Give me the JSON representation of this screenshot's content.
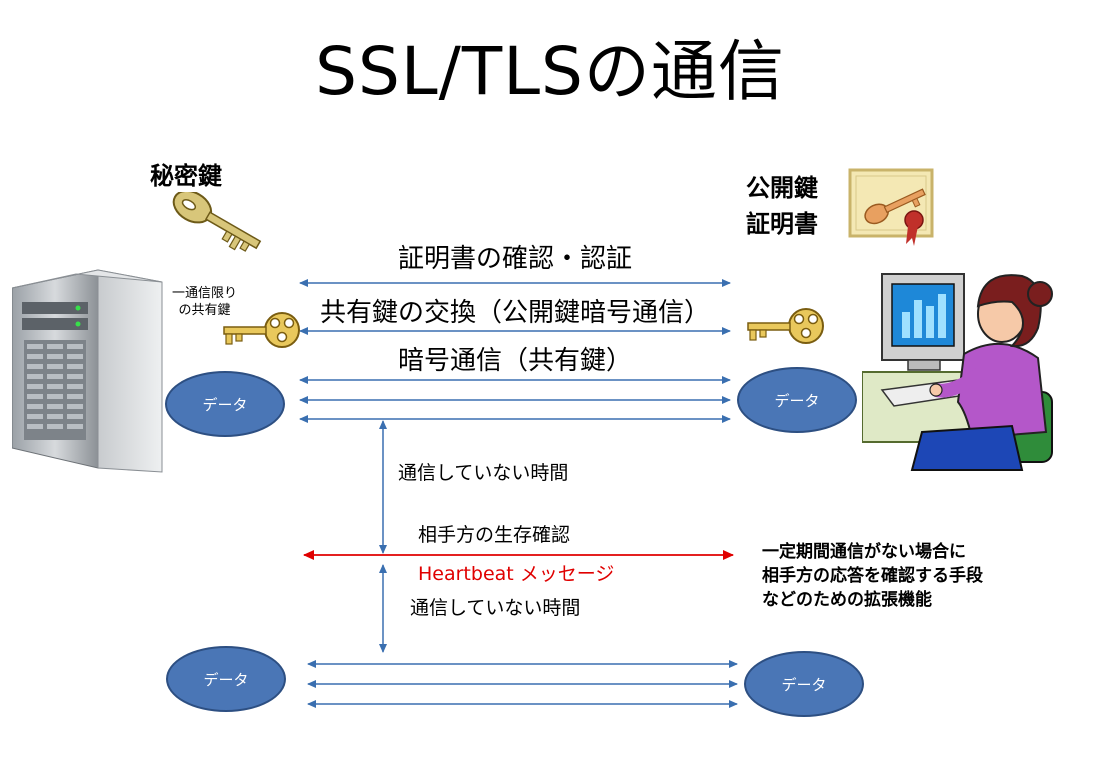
{
  "title": "SSL/TLSの通信",
  "server": {
    "private_key_label": "秘密鍵",
    "session_key_note_line1": "一通信限り",
    "session_key_note_line2": "の共有鍵",
    "data_label_top": "データ",
    "data_label_bottom": "データ"
  },
  "client": {
    "certificate_label_line1": "公開鍵",
    "certificate_label_line2": "証明書",
    "data_label_top": "データ",
    "data_label_bottom": "データ"
  },
  "flows": {
    "certificate_verify": "証明書の確認・認証",
    "key_exchange": "共有鍵の交換（公開鍵暗号通信）",
    "encrypted_comm": "暗号通信（共有鍵）"
  },
  "idle": {
    "idle_time_1": "通信していない時間",
    "keepalive_label": "相手方の生存確認",
    "heartbeat_label": "Heartbeat メッセージ",
    "idle_time_2": "通信していない時間"
  },
  "note": {
    "line1": "一定期間通信がない場合に",
    "line2": "相手方の応答を確認する手段",
    "line3": "などのための拡張機能"
  },
  "colors": {
    "arrow_blue": "#3a6fb0",
    "heartbeat_red": "#e00000",
    "ellipse_fill": "#4a76b6"
  }
}
